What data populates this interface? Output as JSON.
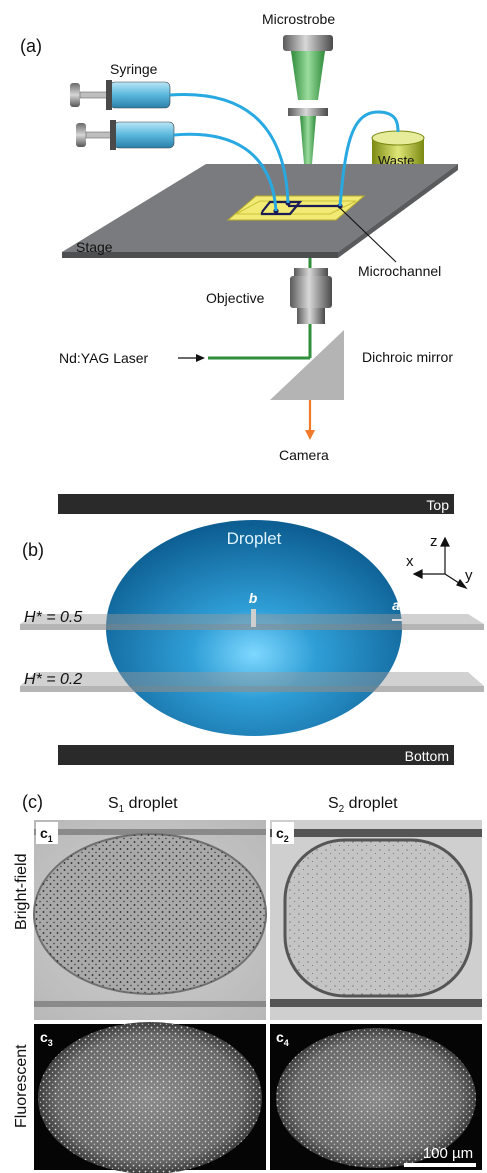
{
  "panel_a": {
    "label": "(a)",
    "microstrobe": "Microstrobe",
    "syringe": "Syringe",
    "waste": "Waste",
    "stage": "Stage",
    "microchannel": "Microchannel",
    "objective": "Objective",
    "laser": "Nd:YAG Laser",
    "dichroic": "Dichroic mirror",
    "camera": "Camera"
  },
  "panel_b": {
    "label": "(b)",
    "top": "Top",
    "bottom": "Bottom",
    "droplet": "Droplet",
    "axis_z": "z",
    "axis_x": "x",
    "axis_y": "y",
    "point_b": "b",
    "point_a": "a",
    "plane_upper_label": "H* = 0.5",
    "plane_lower_label": "H* = 0.2"
  },
  "panel_c": {
    "label": "(c)",
    "col1_title": "S",
    "col1_sub": "1",
    "col1_rest": " droplet",
    "col2_title": "S",
    "col2_sub": "2",
    "col2_rest": " droplet",
    "row1_label": "Bright-field",
    "row2_label": "Fluorescent",
    "tiles": [
      {
        "main": "c",
        "sub": "1"
      },
      {
        "main": "c",
        "sub": "2"
      },
      {
        "main": "c",
        "sub": "3"
      },
      {
        "main": "c",
        "sub": "4"
      }
    ],
    "scale_bar": "100 µm"
  },
  "colors": {
    "tube": "#29a9e1",
    "beam_green": "#2f8f3a",
    "camera_arrow": "#f07a2a",
    "stage": "#7a7b7e",
    "chip": "#f1ea74",
    "droplet": "#1a7fb8",
    "bar": "#2a2a2a"
  }
}
